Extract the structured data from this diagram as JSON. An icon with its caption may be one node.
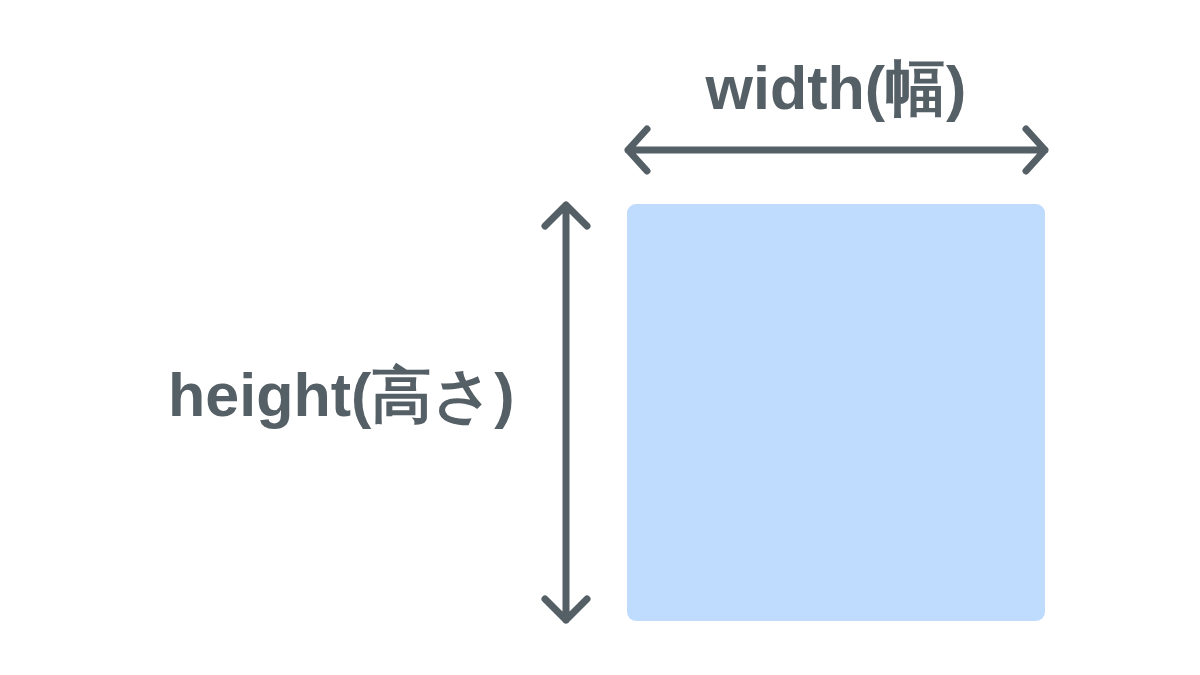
{
  "diagram": {
    "nodes": [
      {
        "text": [],
        "shape": "box"
      }
    ],
    "labels": [
      "width(幅)",
      "height(高さ)"
    ]
  }
}
